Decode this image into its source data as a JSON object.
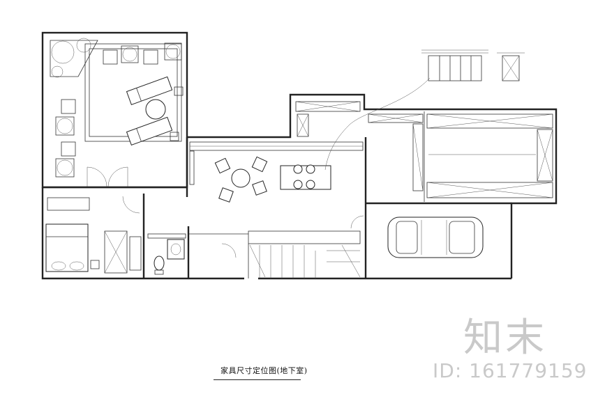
{
  "drawing": {
    "title": "家具尺寸定位图(地下室)"
  },
  "watermark": {
    "brand": "知末",
    "id_text": "ID: 161779159"
  }
}
